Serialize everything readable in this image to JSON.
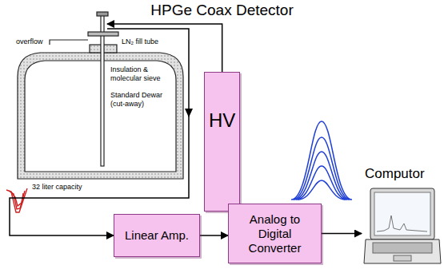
{
  "diagram": {
    "title": "HPGe Coax Detector",
    "nodes": [
      {
        "text": [
          "overflow",
          "LN₂ fill tube",
          "Insulation & molecular sieve",
          "Standard Dewar (cut-away)",
          "32 liter capacity"
        ]
      },
      {
        "text": [
          "HV"
        ]
      },
      {
        "text": [
          "Linear Amp."
        ]
      },
      {
        "text": [
          "Analog to Digital Converter"
        ]
      },
      {
        "text": [
          "Computor"
        ]
      }
    ],
    "edges": [
      {
        "from": 1,
        "to": 0,
        "arrow": "to"
      },
      {
        "from": 0,
        "to": 2,
        "arrow": "to"
      },
      {
        "from": 2,
        "to": 3,
        "arrow": "to"
      },
      {
        "from": 3,
        "to": 4,
        "arrow": "to"
      }
    ]
  }
}
